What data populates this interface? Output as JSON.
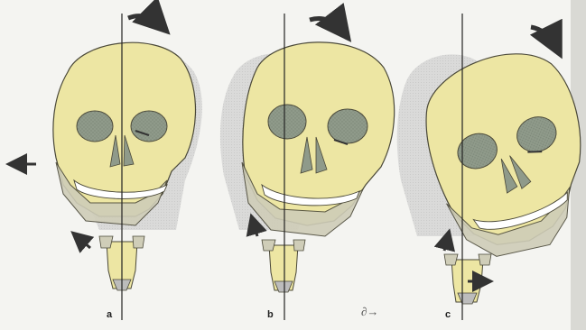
{
  "colors": {
    "paper": "#f4f4f1",
    "bone": "#ede6a3",
    "bone_outline": "#4a4838",
    "orbit": "#8f9a8a",
    "shadow": "#bdbdbd",
    "jaw_shade": "#cfcdb8",
    "arrow": "#333333",
    "midline": "#222222",
    "teeth": "#ffffff",
    "page_edge": "#d9d9d4"
  },
  "figure": {
    "panels": [
      {
        "label": "a",
        "description_icon": "skull-tilt-slight"
      },
      {
        "label": "b",
        "description_icon": "skull-tilt-medium"
      },
      {
        "label": "c",
        "description_icon": "skull-tilt-strong"
      }
    ],
    "signature": "∂→",
    "icons": [
      "skull-icon",
      "rotation-arrow-icon",
      "midline-icon",
      "direction-arrow-icon",
      "larynx-icon"
    ]
  }
}
